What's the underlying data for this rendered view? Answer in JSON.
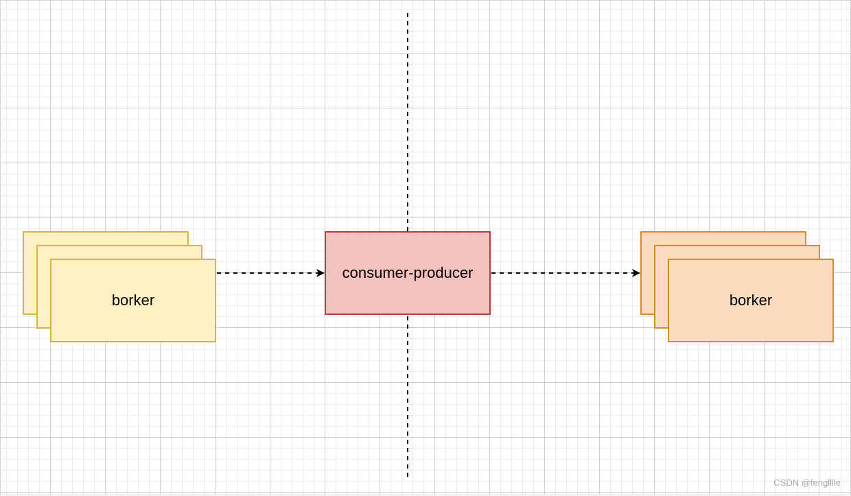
{
  "diagram": {
    "left_group": {
      "label": "borker"
    },
    "center_node": {
      "label": "consumer-producer"
    },
    "right_group": {
      "label": "borker"
    }
  },
  "watermark": "CSDN @fenglllle",
  "colors": {
    "left_fill": "#fdf1c3",
    "left_stroke": "#d7b343",
    "center_fill": "#f4c0c0",
    "center_stroke": "#b73c3c",
    "right_fill": "#fcdcbf",
    "right_stroke": "#d28f1f"
  }
}
